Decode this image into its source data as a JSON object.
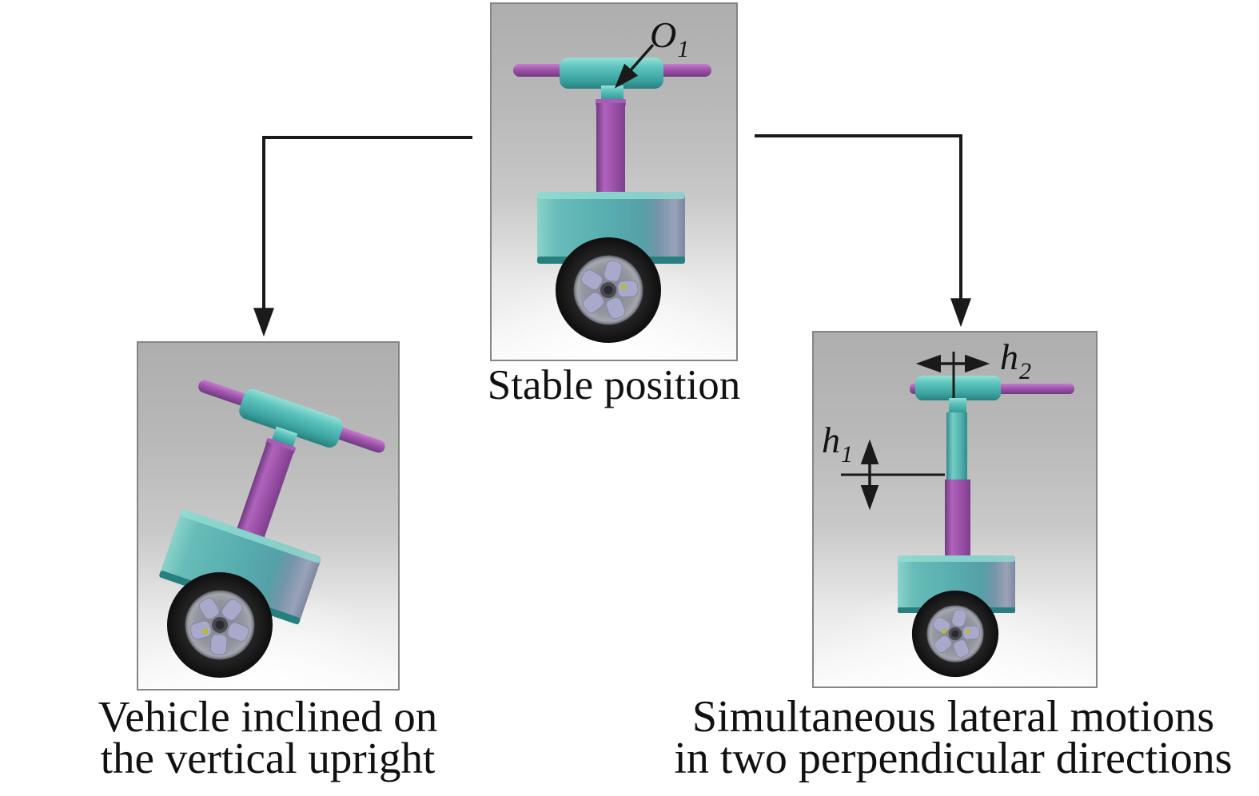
{
  "panels": {
    "stable": {
      "caption": "Stable position",
      "pivot_label": {
        "base": "O",
        "sub": "1"
      }
    },
    "inclined": {
      "caption_line1": "Vehicle inclined on",
      "caption_line2": "the vertical upright"
    },
    "lateral": {
      "caption_line1": "Simultaneous lateral motions",
      "caption_line2": "in two perpendicular directions",
      "vertical_motion_label": {
        "base": "h",
        "sub": "1"
      },
      "lateral_motion_label": {
        "base": "h",
        "sub": "2"
      }
    }
  },
  "colors": {
    "teal": "#4fb3b0",
    "teal_light": "#93dcd2",
    "teal_dark": "#27807e",
    "purple": "#9a4fa6",
    "purple_light": "#b063bc",
    "purple_dark": "#713a80",
    "chassis_side_gray": "#7d87a0",
    "tire_black": "#1c1c1c",
    "rim_gray": "#94979f",
    "spoke_window_lavender": "#a9aacb",
    "hub_dot_yellow": "#b9ba35",
    "panel_border": "#858585",
    "panel_background_top": "#aeaeae",
    "panel_background_bottom": "#fbfbfb",
    "arrow_black": "#1a1a1a",
    "text_black": "#111111"
  }
}
